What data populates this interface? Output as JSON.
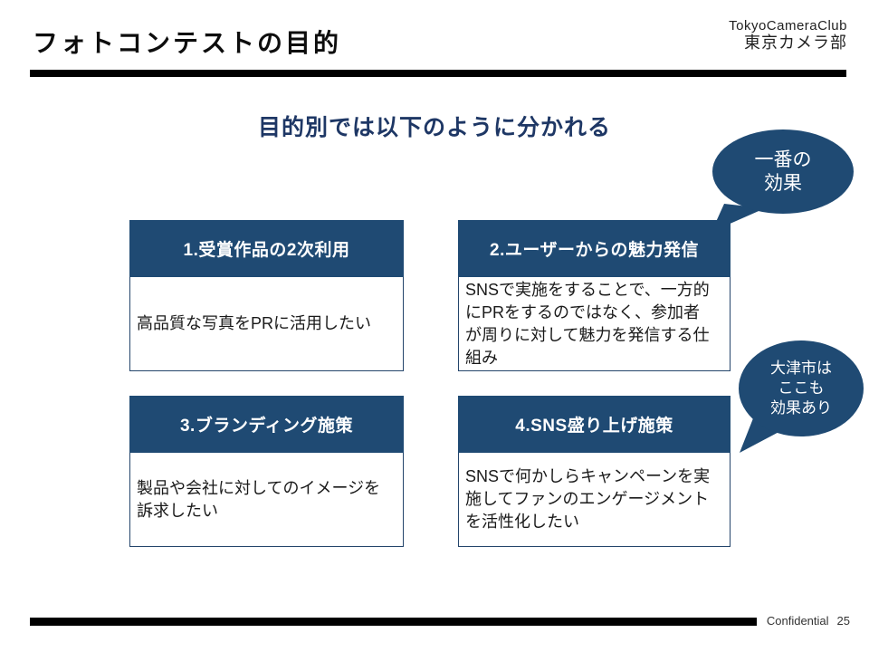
{
  "slide": {
    "title": "フォトコンテストの目的",
    "subtitle": "目的別では以下のように分かれる",
    "logo": {
      "line1": "TokyoCameraClub",
      "line2": "東京カメラ部"
    },
    "footer": {
      "confidential": "Confidential",
      "page_number": "25"
    }
  },
  "bubbles": [
    {
      "lines": [
        "一番の",
        "効果"
      ]
    },
    {
      "lines": [
        "大津市は",
        "ここも",
        "効果あり"
      ]
    }
  ],
  "boxes": [
    {
      "header": "1.受賞作品の2次利用",
      "body_lines": [
        "高品質な写真をPRに活用したい"
      ]
    },
    {
      "header": "2.ユーザーからの魅力発信",
      "body_lines": [
        "SNSで実施をすることで、一方的",
        "にPRをするのではなく、参加者",
        "が周りに対して魅力を発信する仕",
        "組み"
      ]
    },
    {
      "header": "3.ブランディング施策",
      "body_lines": [
        "製品や会社に対してのイメージを",
        "訴求したい"
      ]
    },
    {
      "header": "4.SNS盛り上げ施策",
      "body_lines": [
        "SNSで何かしらキャンペーンを実",
        "施してファンのエンゲージメント",
        "を活性化したい"
      ]
    }
  ],
  "colors": {
    "navy_fill": "#1f4a73",
    "subtitle_navy": "#1e3765",
    "bar_black": "#000000",
    "body_text": "#1a1a1a"
  }
}
